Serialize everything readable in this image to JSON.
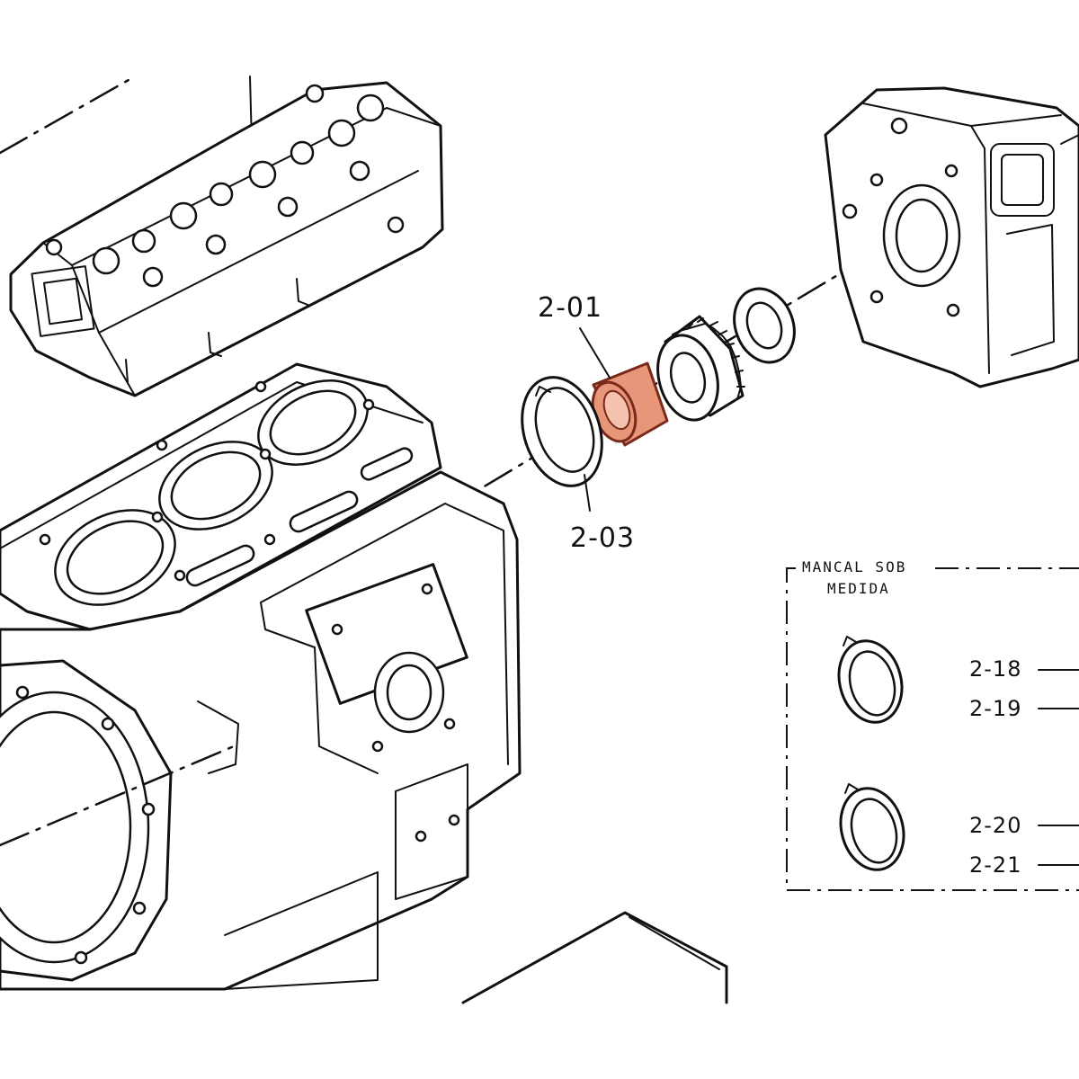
{
  "callouts": {
    "bearing_top": "2-01",
    "washer": "2-03"
  },
  "undersize_box": {
    "title_line1": "MANCAL SOB",
    "title_line2": "MEDIDA",
    "items": [
      "2-18",
      "2-19",
      "2-20",
      "2-21"
    ]
  },
  "colors": {
    "highlight": "#e8967a",
    "highlight_dark": "#7a2a1a",
    "ink": "#111111"
  }
}
